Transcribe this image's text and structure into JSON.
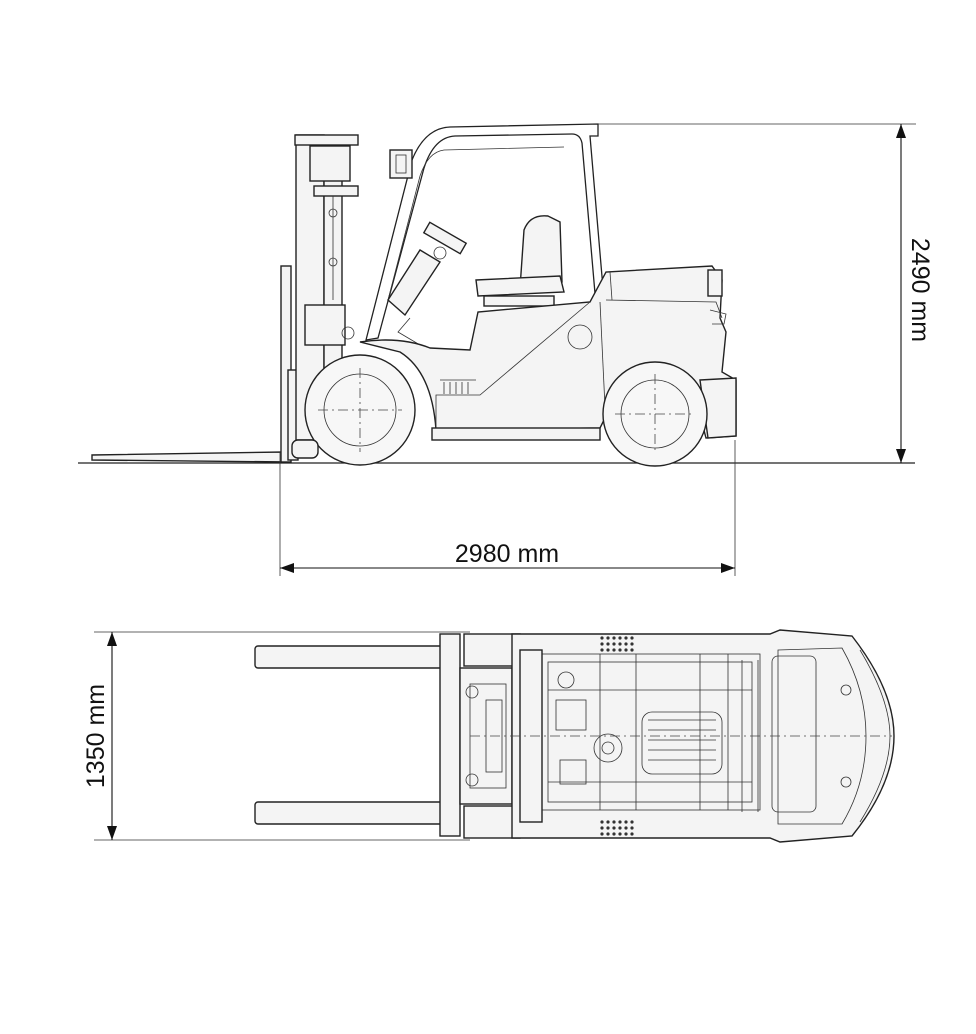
{
  "dimensions": {
    "height_label": "2490 mm",
    "length_label": "2980 mm",
    "width_label": "1350 mm"
  },
  "colors": {
    "line": "#222222",
    "fill": "#f4f4f4",
    "background": "#ffffff"
  }
}
